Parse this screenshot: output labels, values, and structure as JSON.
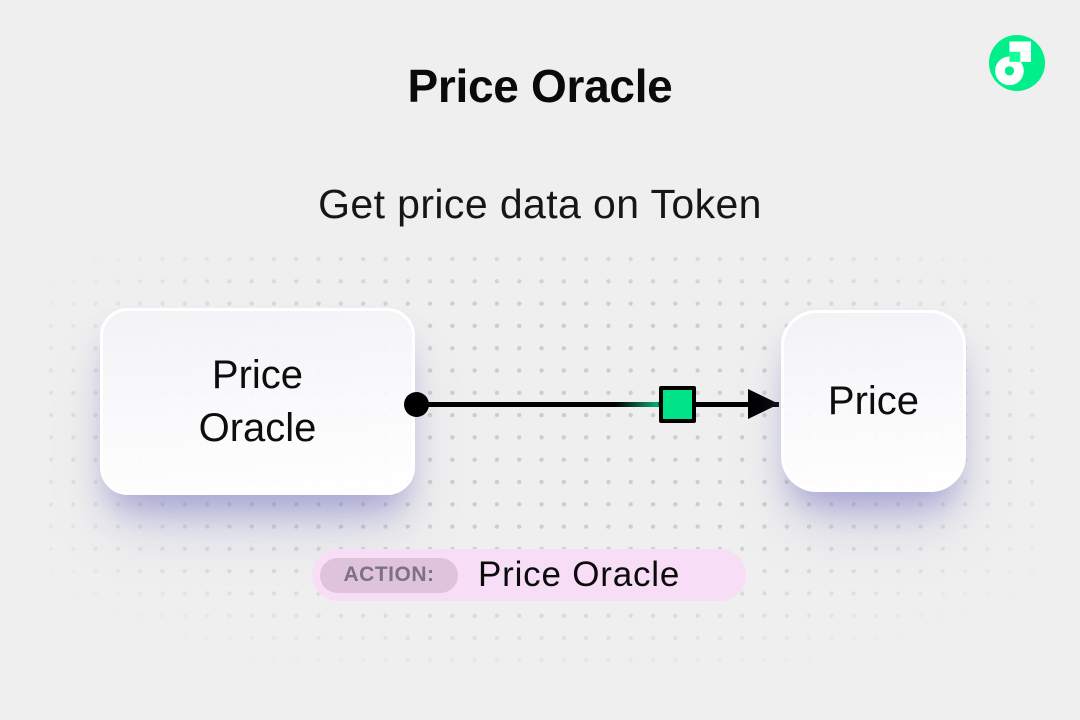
{
  "header": {
    "title": "Price Oracle",
    "subtitle": "Get price data on Token"
  },
  "logo": {
    "name": "flow-logo",
    "color": "#00EF8B",
    "accent": "#16FF99"
  },
  "diagram": {
    "source_node": {
      "line1": "Price",
      "line2": "Oracle"
    },
    "target_node": {
      "label": "Price"
    },
    "connector": {
      "line_color": "#000000",
      "marker_color": "#00E389"
    }
  },
  "action_bar": {
    "tag_label": "ACTION:",
    "action_name": "Price Oracle",
    "bg_color": "#F8DDF6",
    "tag_bg_color": "#DFC3DC",
    "tag_text_color": "#7C7280"
  },
  "background": {
    "color": "#EFEFEF",
    "dot_color": "#B2B2BA"
  }
}
